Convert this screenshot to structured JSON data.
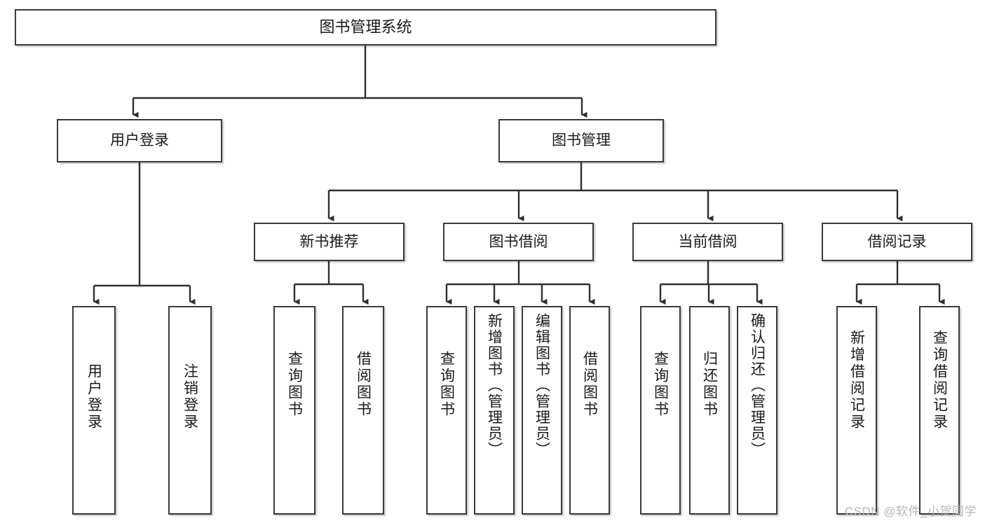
{
  "diagram": {
    "title": "图书管理系统",
    "type": "tree",
    "levels": {
      "root": {
        "label": "图书管理系统"
      },
      "level2": [
        {
          "id": "user-login",
          "label": "用户登录"
        },
        {
          "id": "book-management",
          "label": "图书管理"
        }
      ],
      "level3": [
        {
          "id": "new-book-recommend",
          "label": "新书推荐"
        },
        {
          "id": "book-borrow",
          "label": "图书借阅"
        },
        {
          "id": "current-borrow",
          "label": "当前借阅"
        },
        {
          "id": "borrow-record",
          "label": "借阅记录"
        }
      ],
      "leaves": [
        {
          "id": "leaf-user-login",
          "label": "用户登录",
          "parent": "user-login"
        },
        {
          "id": "leaf-logout-login",
          "label": "注销登录",
          "parent": "user-login"
        },
        {
          "id": "leaf-query-book-1",
          "label": "查询图书",
          "parent": "new-book-recommend"
        },
        {
          "id": "leaf-borrow-book-1",
          "label": "借阅图书",
          "parent": "new-book-recommend"
        },
        {
          "id": "leaf-query-book-2",
          "label": "查询图书",
          "parent": "book-borrow"
        },
        {
          "id": "leaf-add-book",
          "label": "新增图书（管理员）",
          "parent": "book-borrow"
        },
        {
          "id": "leaf-edit-book",
          "label": "编辑图书（管理员）",
          "parent": "book-borrow"
        },
        {
          "id": "leaf-borrow-book-2",
          "label": "借阅图书",
          "parent": "book-borrow"
        },
        {
          "id": "leaf-query-book-3",
          "label": "查询图书",
          "parent": "current-borrow"
        },
        {
          "id": "leaf-return-book",
          "label": "归还图书",
          "parent": "current-borrow"
        },
        {
          "id": "leaf-confirm-return",
          "label": "确认归还（管理员）",
          "parent": "current-borrow"
        },
        {
          "id": "leaf-add-record",
          "label": "新增借阅记录",
          "parent": "borrow-record"
        },
        {
          "id": "leaf-query-record",
          "label": "查询借阅记录",
          "parent": "borrow-record"
        }
      ]
    },
    "colors": {
      "border": "#3a3a3a",
      "background": "#ffffff",
      "text": "#1a1a1a",
      "connector": "#2f2f2f",
      "watermark": "#b6b6b6"
    }
  },
  "watermark": {
    "text": "CSDN @软件_小贺同学"
  }
}
